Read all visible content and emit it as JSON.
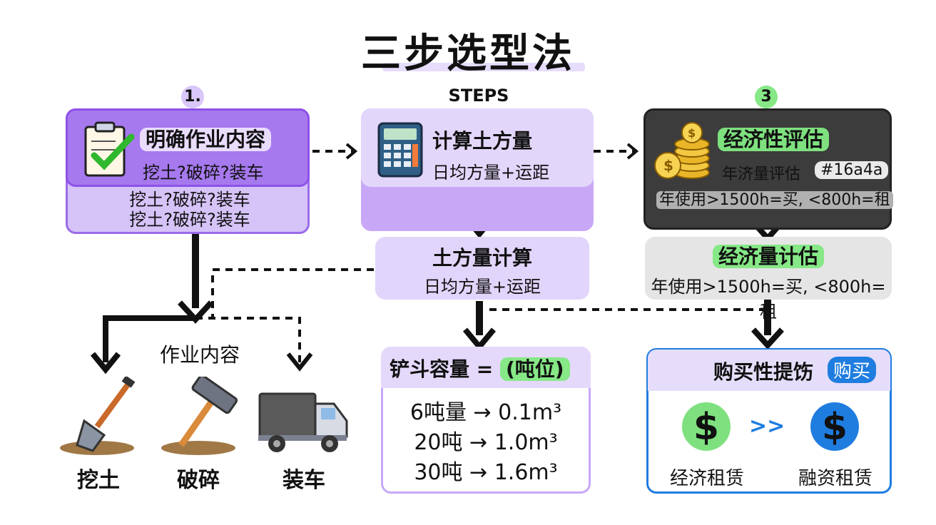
{
  "title": "三步选型法",
  "steps_label": "STEPS",
  "step1": {
    "badge": "1.",
    "title": "明确作业内容",
    "sub": "挖土?破碎?装车",
    "line1": "挖土?破碎?装车",
    "line2": "挖土?破碎?装车"
  },
  "step2": {
    "title": "计算土方量",
    "sub": "日均方量+运距",
    "box_title": "土方量计算",
    "box_sub": "日均方量+运距"
  },
  "step3": {
    "badge": "3",
    "title": "经济性评估",
    "sub": "年济量评估",
    "tag": "#16a4a",
    "rule": "年使用>1500h=买, <800h=租",
    "box_title": "经济量计估",
    "box_rule": "年使用>1500h=买, <800h=租"
  },
  "work": {
    "label": "作业内容",
    "items": [
      "挖土",
      "破碎",
      "装车"
    ]
  },
  "bucket": {
    "title_prefix": "铲斗容量 =",
    "title_hl": "(吨位)",
    "rows": [
      "6吨量 → 0.1m³",
      "20吨 → 1.0m³",
      "30吨 → 1.6m³"
    ]
  },
  "buy": {
    "title": "购买性提饬",
    "badge": "购买",
    "left_label": "经济租赁",
    "right_label": "融资租赁",
    "arrow": ">>"
  },
  "colors": {
    "purple": "#c4a5f4",
    "purple_dark": "#8e52e8",
    "lavender": "#e5dcfb",
    "dark": "#3a3a3a",
    "green": "#7ee07e",
    "blue": "#1f7de0",
    "gold": "#e8b628"
  },
  "icons": [
    "clipboard-check-icon",
    "calculator-icon",
    "coins-icon",
    "shovel-icon",
    "hammer-icon",
    "truck-icon",
    "dollar-icon"
  ]
}
